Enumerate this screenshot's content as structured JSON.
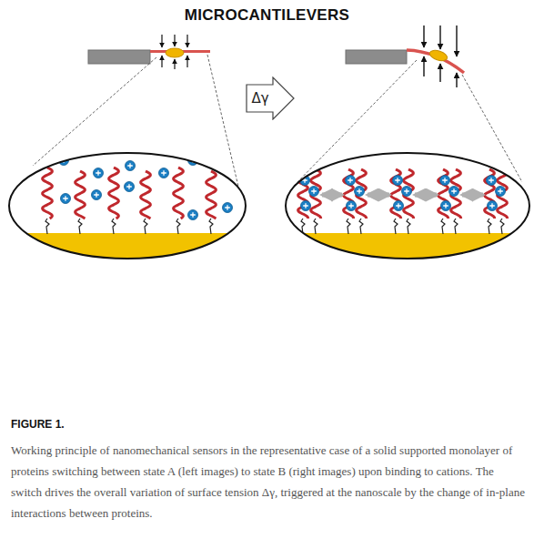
{
  "diagram": {
    "title": "MICROCANTILEVERS",
    "caption": "Working principle of nanomechanical sensors in the representative case of a solid supported monolayer of proteins switching between state A (left images) to state B (right images) upon binding to cations. The switch drives the overall variation of surface tension Δγ, triggered at the nanoscale by the change of in-plane interactions between proteins.",
    "nodes": [
      {
        "text": [
          "Δγ"
        ]
      }
    ],
    "labels": [
      "FIGURE 1."
    ]
  }
}
